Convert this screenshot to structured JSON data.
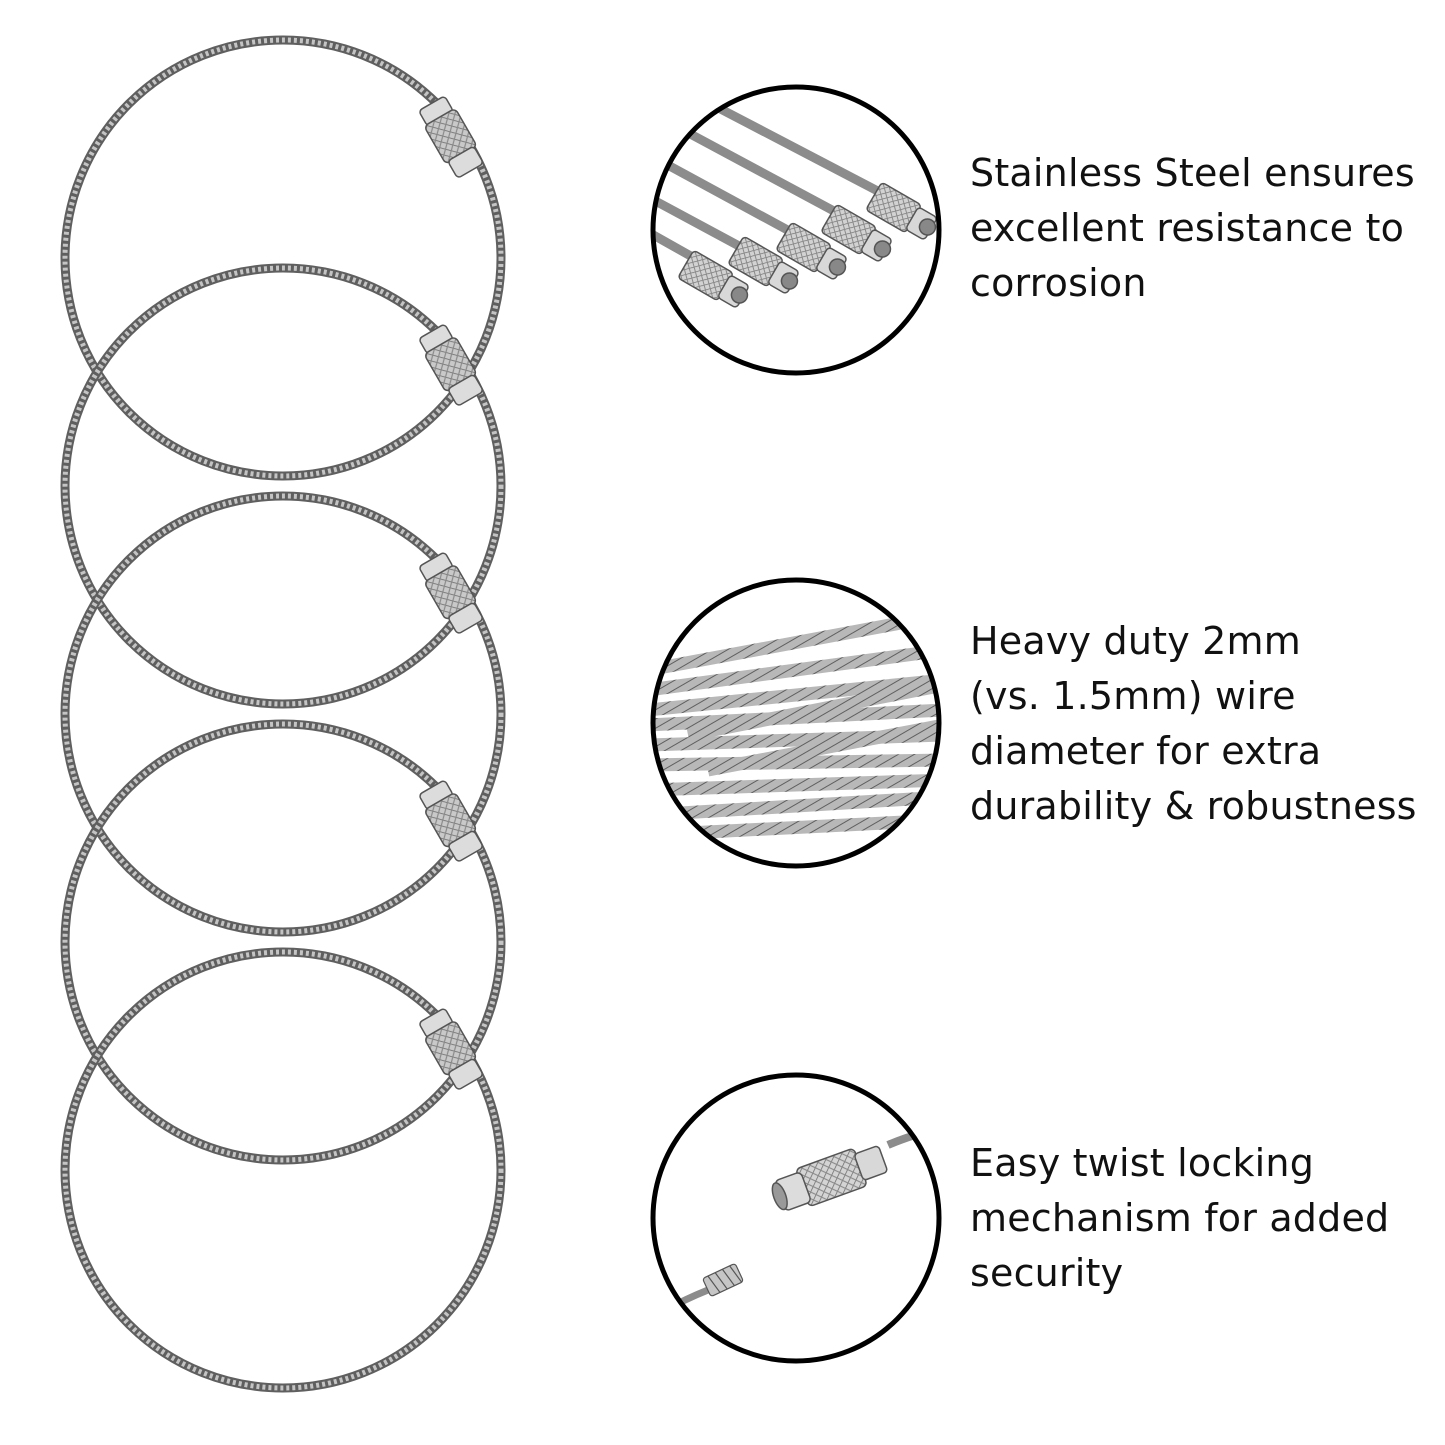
{
  "colors": {
    "background": "#ffffff",
    "steel": "#9a9a9a",
    "steel_dark": "#5f5f5f",
    "circle_border": "#000000",
    "text": "#111111"
  },
  "product_image": {
    "ring_count": 5
  },
  "features": [
    {
      "icon": "cable-ends-icon",
      "lines": [
        "Stainless Steel ensures",
        "excellent resistance to",
        "corrosion"
      ]
    },
    {
      "icon": "wire-strands-icon",
      "lines": [
        "Heavy duty 2mm",
        "(vs. 1.5mm) wire",
        "diameter for extra",
        "durability & robustness"
      ]
    },
    {
      "icon": "twist-lock-icon",
      "lines": [
        "Easy twist locking",
        "mechanism for added",
        "security"
      ]
    }
  ]
}
